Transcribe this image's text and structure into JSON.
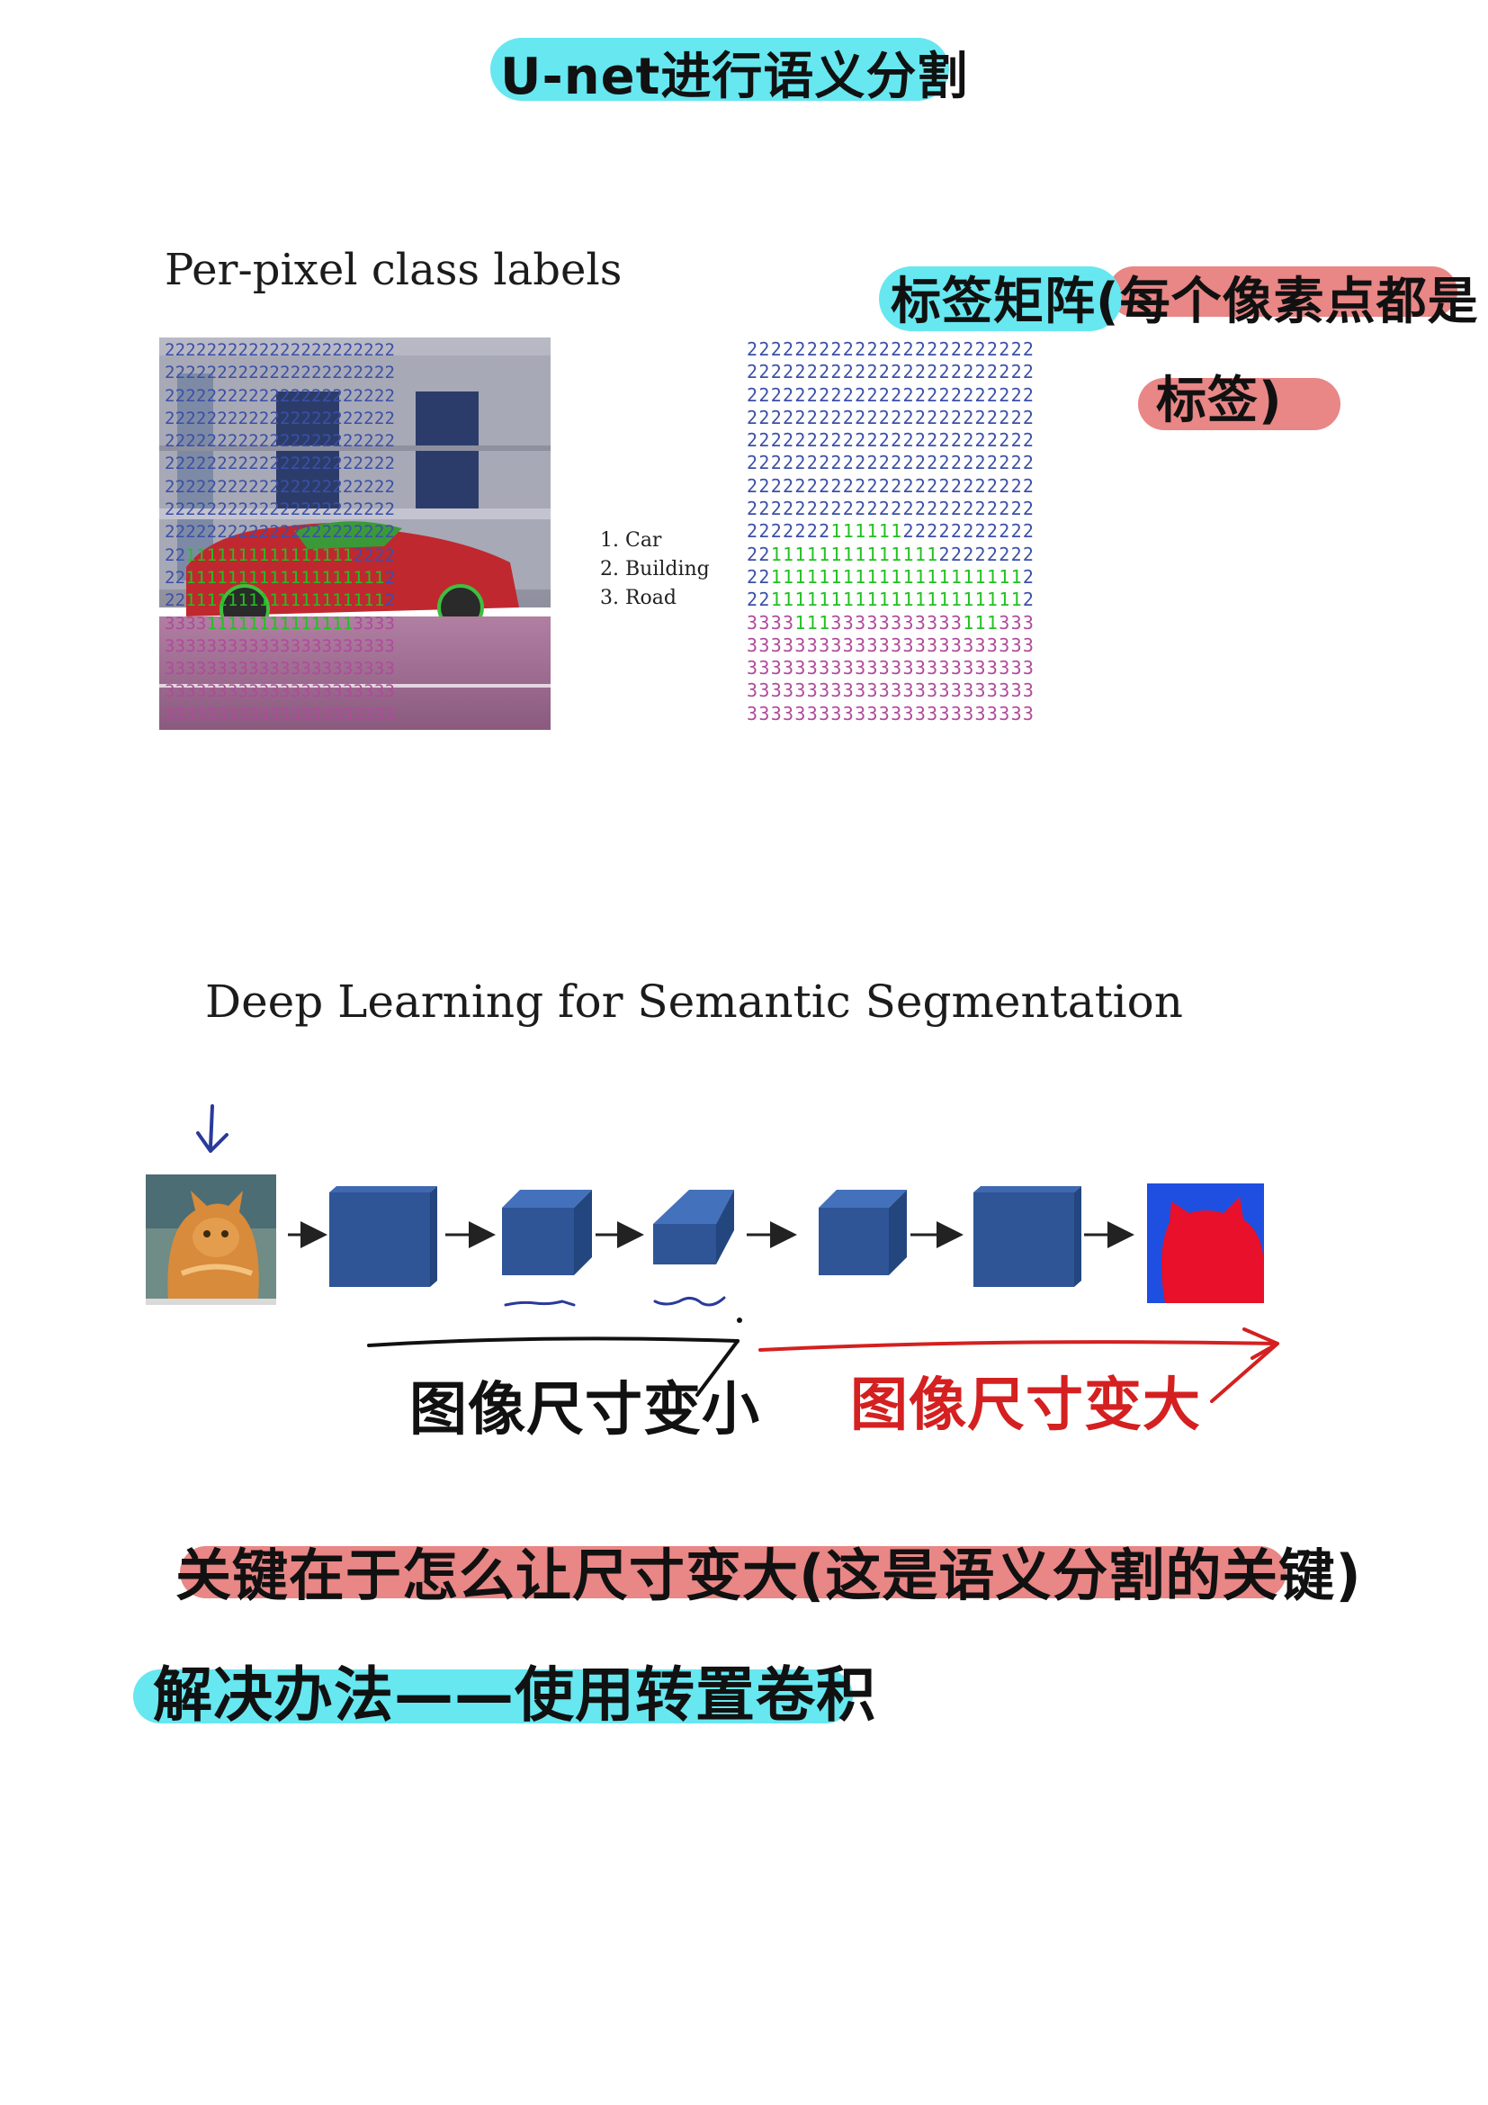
{
  "title": "U-net进行语义分割",
  "slide1": {
    "heading": "Per-pixel class labels",
    "legend": [
      "1. Car",
      "2. Building",
      "3. Road"
    ],
    "note_line1": "标签矩阵(每个像素点都是",
    "note_line2": "标签)",
    "photo_rows": [
      "2222222222222222222222",
      "2222222222222222222222",
      "2222222222222222222222",
      "2222222222222222222222",
      "2222222222222222222222",
      "2222222222222222222222",
      "2222222222222222222222",
      "2222222222222222222222",
      "2222222222222222222222",
      "2211111111111111112222",
      "2211111111111111111112",
      "2211111111111111111112",
      "3333111111111111113333",
      "3333333333333333333333",
      "3333333333333333333333",
      "3333333333333333333333",
      "3333333333333333333333"
    ],
    "matrix_rows": [
      "222222222222222222222222",
      "222222222222222222222222",
      "222222222222222222222222",
      "222222222222222222222222",
      "222222222222222222222222",
      "222222222222222222222222",
      "222222222222222222222222",
      "222222222222222222222222",
      "222222211111122222222222",
      "221111111111111122222222",
      "221111111111111111111112",
      "221111111111111111111112",
      "333311133333333333111333",
      "333333333333333333333333",
      "333333333333333333333333",
      "333333333333333333333333",
      "333333333333333333333333"
    ]
  },
  "slide2": {
    "heading": "Deep Learning for Semantic Segmentation",
    "left_caption": "图像尺寸变小",
    "right_caption": "图像尺寸变大"
  },
  "note_key": "关键在于怎么让尺寸变大(这是语义分割的关键)",
  "note_solution": "解决办法——使用转置卷积",
  "colors": {
    "cyan_highlight": "#67e7f0",
    "pink_highlight": "#e98686",
    "cube_blue": "#2f5597",
    "output_blue": "#1f4fe0",
    "output_red": "#e8102a",
    "red_ink": "#d42020",
    "class1": "#22c022",
    "class2": "#3b4fa8",
    "class3": "#b04a9a"
  }
}
